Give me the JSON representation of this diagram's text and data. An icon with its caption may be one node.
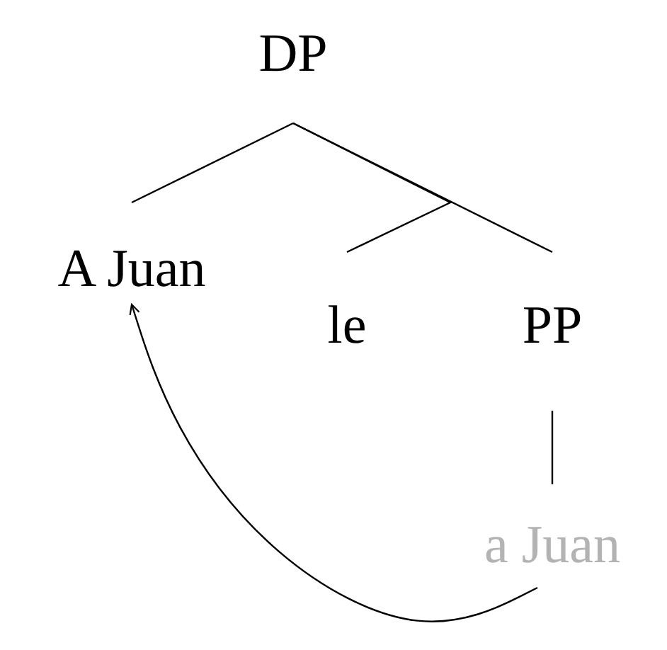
{
  "diagram": {
    "nodes": [
      {
        "text": [
          "DP"
        ]
      },
      {
        "text": [
          "A Juan"
        ]
      },
      {
        "text": [
          "le"
        ]
      },
      {
        "text": [
          "PP"
        ]
      },
      {
        "text": [
          "a Juan"
        ]
      }
    ],
    "edges": [
      {
        "from": 0,
        "to": 1,
        "arrow": "none"
      },
      {
        "from": 0,
        "to": 2,
        "arrow": "none"
      },
      {
        "from": 0,
        "to": 3,
        "arrow": "none"
      },
      {
        "from": 3,
        "to": 4,
        "arrow": "none"
      },
      {
        "from": 4,
        "to": 1,
        "arrow": "to"
      }
    ]
  }
}
